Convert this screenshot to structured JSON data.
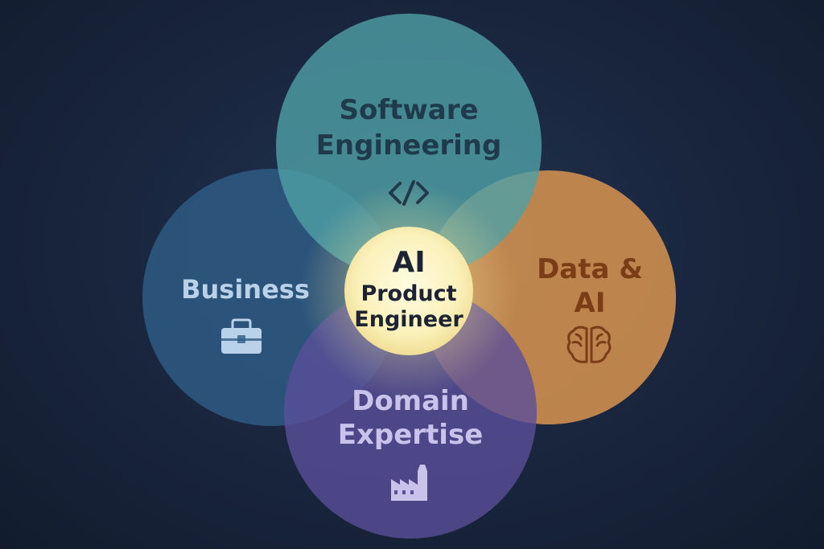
{
  "circles": [
    {
      "id": "software",
      "lines": [
        "Software",
        "Engineering"
      ],
      "icon": "code-icon",
      "color": "#4fa0a6",
      "text_color": "#1f3a4a"
    },
    {
      "id": "business",
      "lines": [
        "Business"
      ],
      "icon": "briefcase-icon",
      "color": "#2f5d86",
      "text_color": "#b9d2ea"
    },
    {
      "id": "data-ai",
      "lines": [
        "Data &",
        "AI"
      ],
      "icon": "brain-icon",
      "color": "#d99450",
      "text_color": "#7a3d16"
    },
    {
      "id": "domain",
      "lines": [
        "Domain",
        "Expertise"
      ],
      "icon": "factory-icon",
      "color": "#5a4f9a",
      "text_color": "#c9c2ea"
    }
  ],
  "center": {
    "lines": [
      "AI",
      "Product",
      "Engineer"
    ],
    "color": "#fbf4c4",
    "glow": "#fff6b0",
    "text_color": "#1c2433"
  }
}
